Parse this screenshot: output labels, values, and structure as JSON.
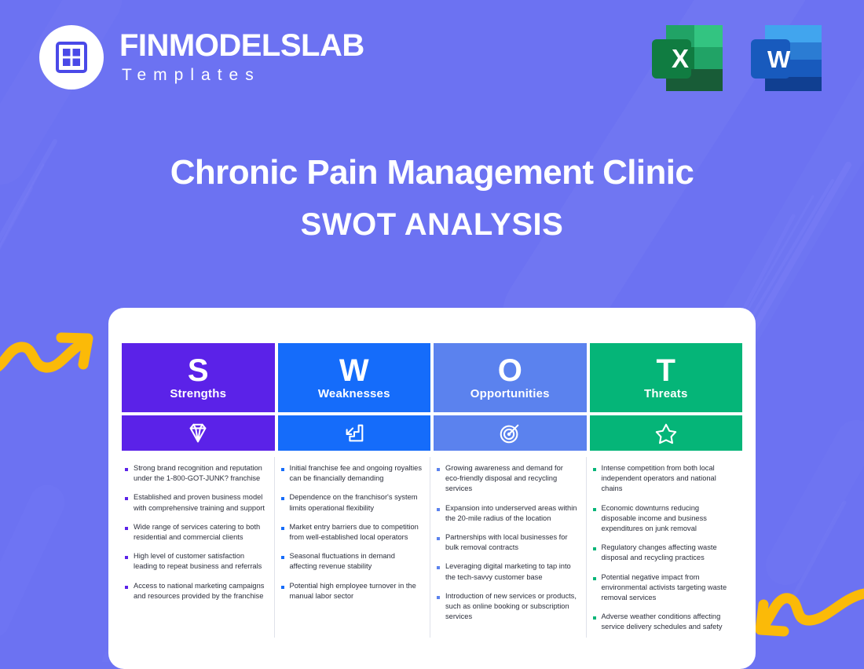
{
  "theme": {
    "background": "#6C72F2",
    "card_background": "#FFFFFF",
    "accent_yellow": "#FBBA08",
    "body_text": "#2A2D3A"
  },
  "header": {
    "logo_icon": "grid-squares-icon",
    "brand_name": "FINMODELSLAB",
    "brand_subtitle": "Templates",
    "office_icons": [
      {
        "name": "excel-icon",
        "letter": "X",
        "color": "#1D7044",
        "accent": "#21A366",
        "light": "#33C481"
      },
      {
        "name": "word-icon",
        "letter": "W",
        "color": "#185ABD",
        "accent": "#2B7CD3",
        "light": "#41A5EE"
      }
    ]
  },
  "title": {
    "main": "Chronic Pain Management Clinic",
    "sub": "SWOT ANALYSIS"
  },
  "decorations": {
    "arrow_left": "squiggle-arrow-up-right",
    "arrow_right": "squiggle-arrow-down-left"
  },
  "swot": {
    "columns": [
      {
        "letter": "S",
        "label": "Strengths",
        "color": "#5B22E8",
        "icon": "diamond-icon",
        "items": [
          "Strong brand recognition and reputation under the 1-800-GOT-JUNK? franchise",
          "Established and proven business model with comprehensive training and support",
          "Wide range of services catering to both residential and commercial clients",
          "High level of customer satisfaction leading to repeat business and referrals",
          "Access to national marketing campaigns and resources provided by the franchise"
        ]
      },
      {
        "letter": "W",
        "label": "Weaknesses",
        "color": "#156CFA",
        "icon": "descending-stairs-icon",
        "items": [
          "Initial franchise fee and ongoing royalties can be financially demanding",
          "Dependence on the franchisor's system limits operational flexibility",
          "Market entry barriers due to competition from well-established local operators",
          "Seasonal fluctuations in demand affecting revenue stability",
          "Potential high employee turnover in the manual labor sector"
        ]
      },
      {
        "letter": "O",
        "label": "Opportunities",
        "color": "#5B82EE",
        "icon": "target-icon",
        "items": [
          "Growing awareness and demand for eco-friendly disposal and recycling services",
          "Expansion into underserved areas within the 20-mile radius of the location",
          "Partnerships with local businesses for bulk removal contracts",
          "Leveraging digital marketing to tap into the tech-savvy customer base",
          "Introduction of new services or products, such as online booking or subscription services"
        ]
      },
      {
        "letter": "T",
        "label": "Threats",
        "color": "#05B578",
        "icon": "star-icon",
        "items": [
          "Intense competition from both local independent operators and national chains",
          "Economic downturns reducing disposable income and business expenditures on junk removal",
          "Regulatory changes affecting waste disposal and recycling practices",
          "Potential negative impact from environmental activists targeting waste removal services",
          "Adverse weather conditions affecting service delivery schedules and safety"
        ]
      }
    ]
  }
}
